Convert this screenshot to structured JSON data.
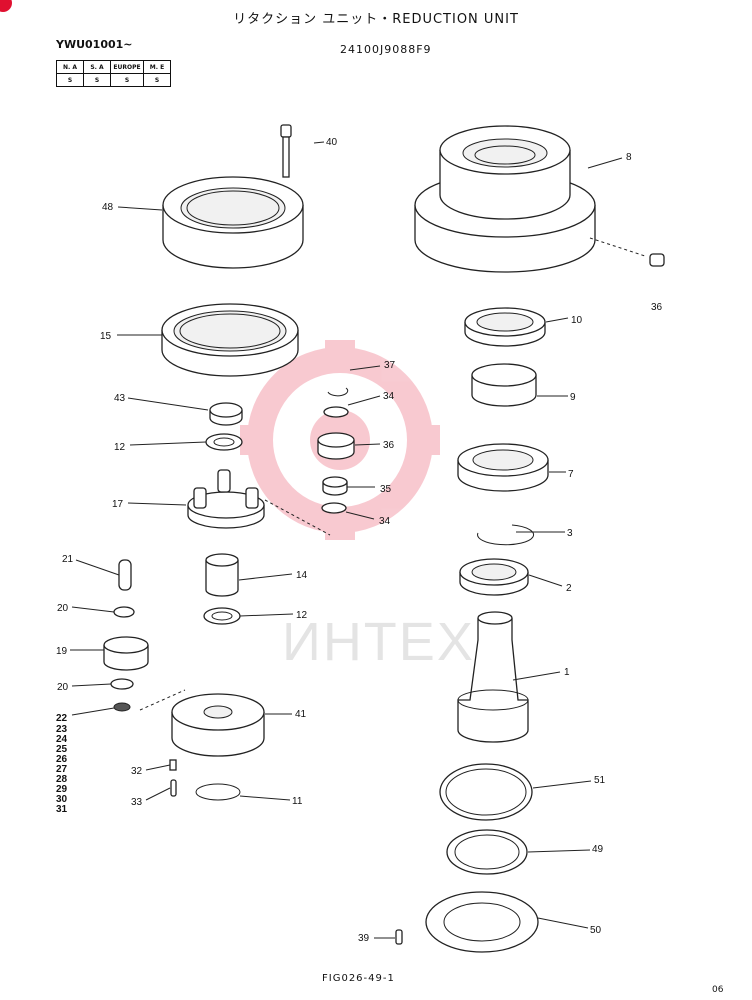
{
  "header": {
    "title": "リタクション ユニット・REDUCTION UNIT",
    "serial": "YWU01001~",
    "part_number": "24100J9088F9"
  },
  "region_table": {
    "headers": [
      "N. A",
      "S. A",
      "EUROPE",
      "M. E"
    ],
    "values": [
      "S",
      "S",
      "S",
      "S"
    ]
  },
  "watermark": "ИНТЕХ",
  "labels": {
    "p40": "40",
    "p8": "8",
    "p48": "48",
    "p36": "36",
    "p15": "15",
    "p10": "10",
    "p37": "37",
    "p9": "9",
    "p43": "43",
    "p34a": "34",
    "p12a": "12",
    "p36b": "36",
    "p7": "7",
    "p35": "35",
    "p17": "17",
    "p34b": "34",
    "p3": "3",
    "p21": "21",
    "p14": "14",
    "p2": "2",
    "p20a": "20",
    "p12b": "12",
    "p19": "19",
    "p1": "1",
    "p20b": "20",
    "p41": "41",
    "p22": "22",
    "p23": "23",
    "p24": "24",
    "p25": "25",
    "p26": "26",
    "p27": "27",
    "p28": "28",
    "p29": "29",
    "p30": "30",
    "p31": "31",
    "p32": "32",
    "p51": "51",
    "p33": "33",
    "p11": "11",
    "p49": "49",
    "p39": "39",
    "p50": "50"
  },
  "footer": {
    "figure": "FIG026-49-1",
    "page": "06"
  }
}
